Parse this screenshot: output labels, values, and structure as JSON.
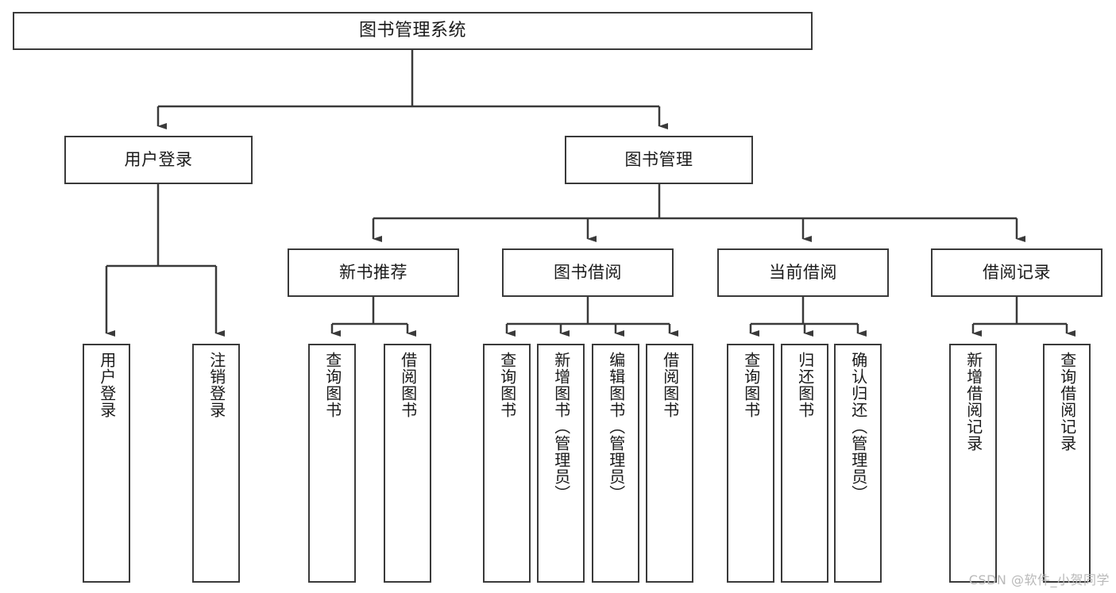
{
  "diagram": {
    "title": "图书管理系统",
    "root": {
      "label": "图书管理系统"
    },
    "level2": [
      {
        "label": "用户登录"
      },
      {
        "label": "图书管理"
      }
    ],
    "level3": [
      {
        "label": "新书推荐"
      },
      {
        "label": "图书借阅"
      },
      {
        "label": "当前借阅"
      },
      {
        "label": "借阅记录"
      }
    ],
    "leaves": [
      {
        "label": "用户登录",
        "parent": "用户登录"
      },
      {
        "label": "注销登录",
        "parent": "用户登录"
      },
      {
        "label": "查询图书",
        "parent": "新书推荐"
      },
      {
        "label": "借阅图书",
        "parent": "新书推荐"
      },
      {
        "label": "查询图书",
        "parent": "图书借阅"
      },
      {
        "label": "新增图书（管理员）",
        "parent": "图书借阅"
      },
      {
        "label": "编辑图书（管理员）",
        "parent": "图书借阅"
      },
      {
        "label": "借阅图书",
        "parent": "图书借阅"
      },
      {
        "label": "查询图书",
        "parent": "当前借阅"
      },
      {
        "label": "归还图书",
        "parent": "当前借阅"
      },
      {
        "label": "确认归还（管理员）",
        "parent": "当前借阅"
      },
      {
        "label": "新增借阅记录",
        "parent": "借阅记录"
      },
      {
        "label": "查询借阅记录",
        "parent": "借阅记录"
      }
    ]
  },
  "watermark": {
    "text": "CSDN @软件_小贺同学"
  },
  "colors": {
    "border": "#3a3a3a",
    "text": "#1a1a1a",
    "background": "#ffffff",
    "watermark": "#b9b9b9"
  }
}
